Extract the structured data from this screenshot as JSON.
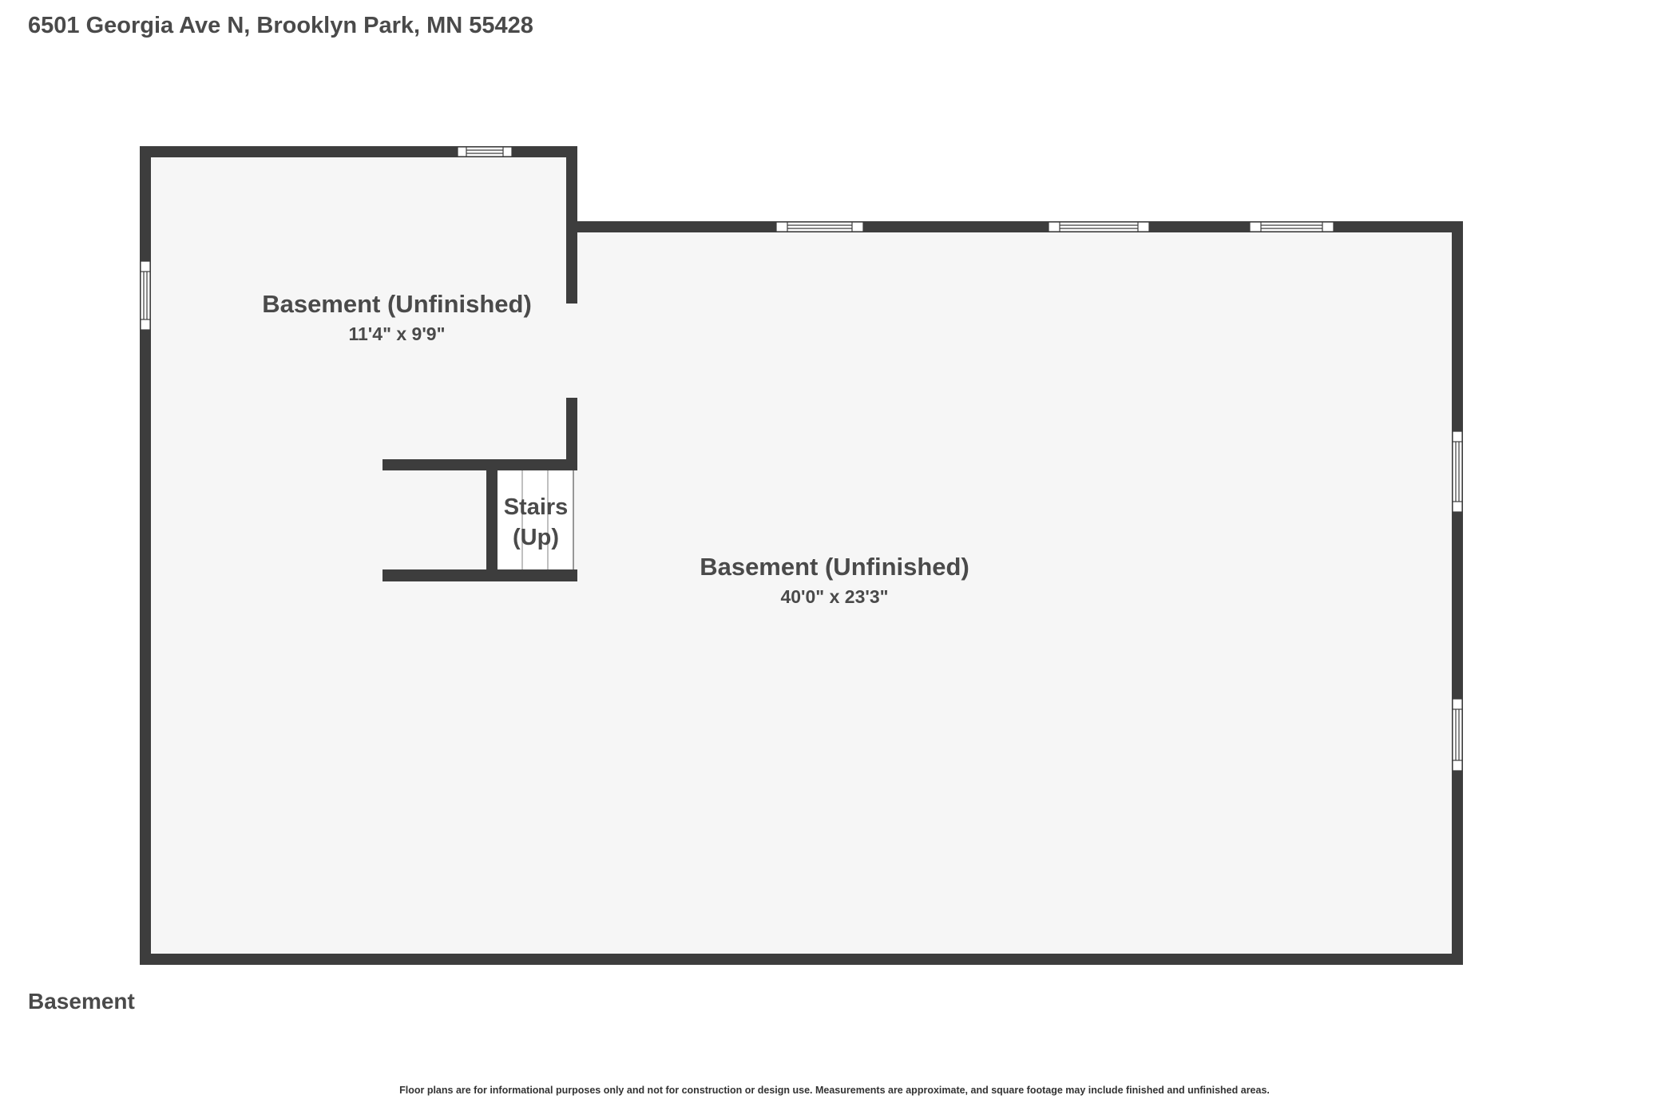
{
  "header": {
    "address": "6501 Georgia Ave N, Brooklyn Park, MN 55428"
  },
  "rooms": [
    {
      "name": "Basement (Unfinished)",
      "dimensions": "11'4\" x 9'9\""
    },
    {
      "name": "Basement (Unfinished)",
      "dimensions": "40'0\" x 23'3\""
    }
  ],
  "stairs": {
    "line1": "Stairs",
    "line2": "(Up)"
  },
  "floor_label": "Basement",
  "disclaimer": "Floor plans are for informational purposes only and not for construction or design use. Measurements are approximate, and square footage may include finished and unfinished areas.",
  "colors": {
    "wall": "#3d3d3d",
    "floor": "#f6f6f6"
  }
}
